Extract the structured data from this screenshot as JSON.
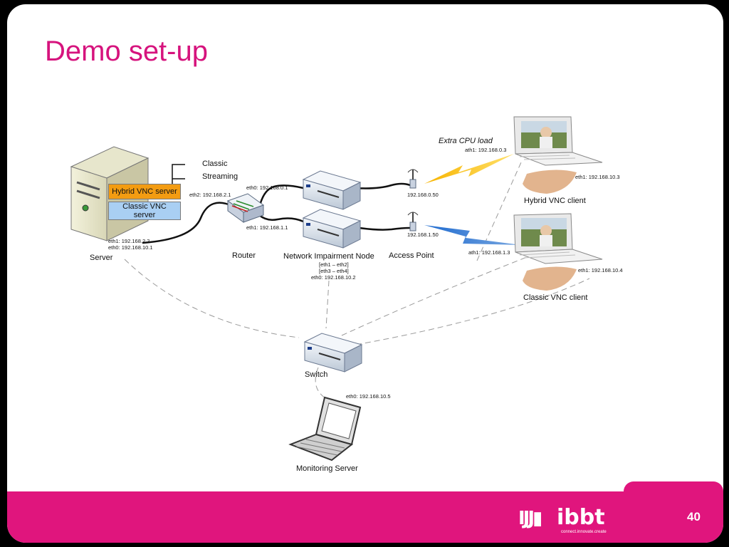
{
  "slide": {
    "title": "Demo set-up",
    "page_number": "40"
  },
  "server": {
    "label": "Server",
    "hybrid_box": "Hybrid VNC server",
    "classic_box_line1": "Classic VNC",
    "classic_box_line2": "server",
    "eth1": "eth1: 192.168.2.2",
    "eth0": "eth0: 192.168.10.1"
  },
  "legend": {
    "classic": "Classic",
    "streaming": "Streaming"
  },
  "router": {
    "label": "Router",
    "eth2": "eth2: 192.168.2.1",
    "eth0": "eth0: 192.168.0.1",
    "eth1": "eth1: 192.168.1.1"
  },
  "impairment": {
    "label": "Network Impairment Node",
    "bridge1": "[eth1 – eth2]",
    "bridge2": "[eth3 – eth4]",
    "eth0": "eth0: 192.168.10.2"
  },
  "access_point": {
    "label": "Access Point",
    "ip_top": "192.168.0.50",
    "ip_bottom": "192.168.1.50"
  },
  "hybrid_client": {
    "label": "Hybrid VNC client",
    "extra_load": "Extra CPU load",
    "ath1": "ath1: 192.168.0.3",
    "eth1": "eth1: 192.168.10.3"
  },
  "classic_client": {
    "label": "Classic VNC client",
    "ath1": "ath1: 192.168.1.3",
    "eth1": "eth1: 192.168.10.4"
  },
  "switch": {
    "label": "Switch"
  },
  "monitoring": {
    "label": "Monitoring Server",
    "eth0": "eth0: 192.168.10.5"
  },
  "footer": {
    "logo_text": "ibbt",
    "tagline": "connect.innovate.create",
    "colors": {
      "accent": "#e0157d",
      "title": "#d6137d"
    }
  }
}
